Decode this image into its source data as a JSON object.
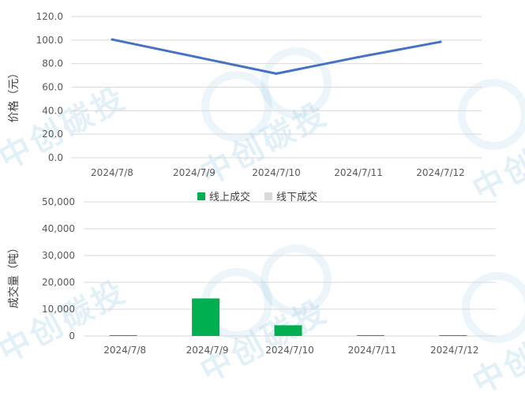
{
  "watermark": "中创碳投",
  "colors": {
    "line": "#4472C4",
    "online": "#00B050",
    "offline": "#D9D9D9",
    "grid": "#D9D9D9"
  },
  "chart_data": [
    {
      "type": "line",
      "categories": [
        "2024/7/8",
        "2024/7/9",
        "2024/7/10",
        "2024/7/11",
        "2024/7/12"
      ],
      "values": [
        100.5,
        86.0,
        71.5,
        85.5,
        98.5
      ],
      "ylabel": "价格（元）",
      "ylim": [
        0,
        120
      ],
      "yticks": [
        "0.0",
        "20.0",
        "40.0",
        "60.0",
        "80.0",
        "100.0",
        "120.0"
      ],
      "grid": true
    },
    {
      "type": "bar",
      "categories": [
        "2024/7/8",
        "2024/7/9",
        "2024/7/10",
        "2024/7/11",
        "2024/7/12"
      ],
      "series": [
        {
          "name": "线上成交",
          "values": [
            300,
            14000,
            4000,
            300,
            300
          ]
        },
        {
          "name": "线下成交",
          "values": [
            0,
            0,
            0,
            0,
            0
          ]
        }
      ],
      "ylabel": "成交量（吨）",
      "ylim": [
        0,
        50000
      ],
      "yticks": [
        "0",
        "10,000",
        "20,000",
        "30,000",
        "40,000",
        "50,000"
      ],
      "legend": "top-center",
      "grid": true
    }
  ]
}
